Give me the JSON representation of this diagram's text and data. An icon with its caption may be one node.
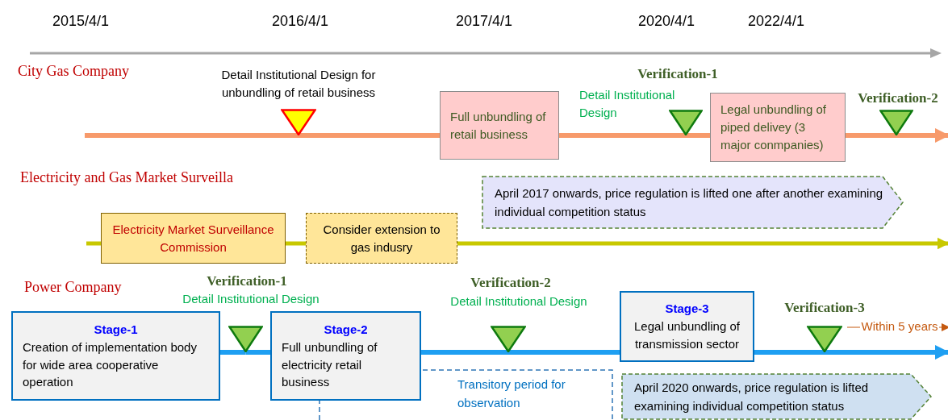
{
  "diagram": {
    "nodes": [
      {
        "text": [],
        "shape": "triangle",
        "beside": [
          "Detail Institutional Design for unbundling of retail business"
        ]
      },
      {
        "text": [
          "Full unbundling of retail business"
        ]
      },
      {
        "text": [],
        "shape": "triangle",
        "beside": [
          "Verification-1",
          "Detail Institutional Design"
        ]
      },
      {
        "text": [
          "Legal unbundling of piped delivey (3 major  conmpanies)"
        ]
      },
      {
        "text": [],
        "shape": "triangle",
        "beside": [
          "Verification-2"
        ]
      },
      {
        "text": [
          "April 2017 onwards, price regulation is lifted one after another examining individual competition status"
        ]
      },
      {
        "text": [
          "Electricity Market Surveillance Commission"
        ]
      },
      {
        "text": [
          "Consider extension to gas indusry"
        ]
      },
      {
        "text": [
          "Stage-1",
          "Creation of implementation body for wide area cooperative operation"
        ]
      },
      {
        "text": [],
        "shape": "triangle",
        "beside": [
          "Verification-1",
          "Detail Institutional Design"
        ]
      },
      {
        "text": [
          "Stage-2",
          "Full unbundling of electricity retail business"
        ]
      },
      {
        "text": [],
        "shape": "triangle",
        "beside": [
          "Verification-2",
          "Detail Institutional Design"
        ]
      },
      {
        "text": [
          "Stage-3",
          "Legal unbundling of transmission sector"
        ]
      },
      {
        "text": [],
        "shape": "triangle",
        "beside": [
          "Verification-3"
        ]
      },
      {
        "text": [
          "Transitory period for observation"
        ]
      },
      {
        "text": [
          "April 2020 onwards, price regulation is lifted examining individual competition status"
        ]
      }
    ],
    "edges": [
      {
        "from": null,
        "to": 0,
        "arrow": "none",
        "color": "#f79a6b"
      },
      {
        "from": 0,
        "to": 1,
        "arrow": "none",
        "color": "#f79a6b"
      },
      {
        "from": 1,
        "to": 2,
        "arrow": "none",
        "color": "#f79a6b"
      },
      {
        "from": 2,
        "to": 3,
        "arrow": "none",
        "color": "#f79a6b"
      },
      {
        "from": 3,
        "to": 4,
        "arrow": "none",
        "color": "#f79a6b"
      },
      {
        "from": 4,
        "to": null,
        "arrow": "to",
        "color": "#f79a6b"
      },
      {
        "from": null,
        "to": 6,
        "arrow": "none",
        "color": "#c8c800"
      },
      {
        "from": 6,
        "to": 7,
        "arrow": "none",
        "color": "#c8c800"
      },
      {
        "from": 7,
        "to": null,
        "arrow": "to",
        "color": "#c8c800"
      },
      {
        "from": 8,
        "to": 9,
        "arrow": "none",
        "color": "#1e9ff2"
      },
      {
        "from": 9,
        "to": 10,
        "arrow": "none",
        "color": "#1e9ff2"
      },
      {
        "from": 10,
        "to": 11,
        "arrow": "none",
        "color": "#1e9ff2"
      },
      {
        "from": 11,
        "to": 12,
        "arrow": "none",
        "color": "#1e9ff2"
      },
      {
        "from": 12,
        "to": 13,
        "arrow": "none",
        "color": "#1e9ff2"
      },
      {
        "from": 13,
        "to": null,
        "arrow": "to",
        "color": "#1e9ff2"
      }
    ],
    "labels": [
      "2015/4/1",
      "2016/4/1",
      "2017/4/1",
      "2020/4/1",
      "2022/4/1",
      "City Gas Company",
      "Electricity and Gas Market Surveilla",
      "Power Company",
      "Within 5 years"
    ]
  }
}
